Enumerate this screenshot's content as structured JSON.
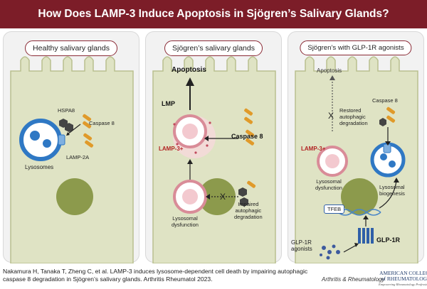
{
  "title": "How Does LAMP-3 Induce Apoptosis in Sjögren’s Salivary Glands?",
  "colors": {
    "banner": "#7c1d28",
    "cell": "#dfe3c4",
    "nucleus": "#8c9a4c",
    "lamp3": "#b22222",
    "caspase": "#e09a2a",
    "lysosome_blue": "#2f78c4"
  },
  "panels": {
    "healthy": {
      "heading": "Healthy salivary glands",
      "hspa8": "HSPA8",
      "caspase8": "Caspase 8",
      "lamp2a": "LAMP-2A",
      "lysosomes": "Lysosomes"
    },
    "sjogren": {
      "heading": "Sjögren’s salivary glands",
      "apoptosis": "Apoptosis",
      "lmp": "LMP",
      "caspase8": "Caspase 8",
      "lamp3": "LAMP-3+",
      "lysosomal_dysfunction": "Lysosomal\ndysfunction",
      "impaired": "Impaired\nautophagic\ndegradation"
    },
    "glp1r": {
      "heading": "Sjögren’s with GLP-1R agonists",
      "apoptosis": "Apoptosis",
      "caspase8": "Caspase 8",
      "restored": "Restored\nautophagic\ndegradation",
      "lamp3": "LAMP-3+",
      "lysosomal_dysfunction": "Lysosomal\ndysfunction",
      "lysosomal_biogenesis": "Lysosomal\nbiogenesis",
      "tfeb": "TFEB",
      "glp1r": "GLP-1R",
      "agonists": "GLP-1R\nagonists"
    }
  },
  "footer": {
    "citation": "Nakamura H, Tanaka T, Zheng C, et al. LAMP-3 induces lysosome-dependent cell death by impairing autophagic caspase 8 degradation in Sjögren’s salivary glands. Arthritis Rheumatol 2023.",
    "journal": "Arthritis & Rheumatology",
    "org_name": "AMERICAN COLLEGE\nof RHEUMATOLOGY",
    "org_tagline": "Empowering Rheumatology Professionals"
  }
}
